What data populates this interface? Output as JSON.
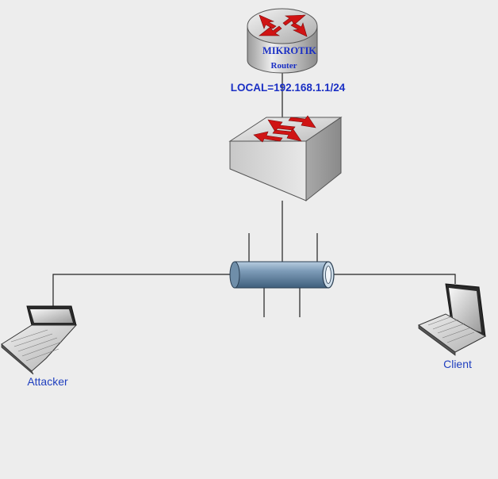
{
  "router": {
    "brand": "MIKROTIK",
    "type": "Router",
    "local_address": "LOCAL=192.168.1.1/24"
  },
  "hosts": {
    "attacker": "Attacker",
    "client": "Client"
  },
  "colors": {
    "background": "#ededed",
    "router_text": "#1a2fc4",
    "host_label": "#1f3fbf",
    "arrow": "#d01414",
    "cable": "#222222",
    "hub_body": "#5d7f9c"
  }
}
